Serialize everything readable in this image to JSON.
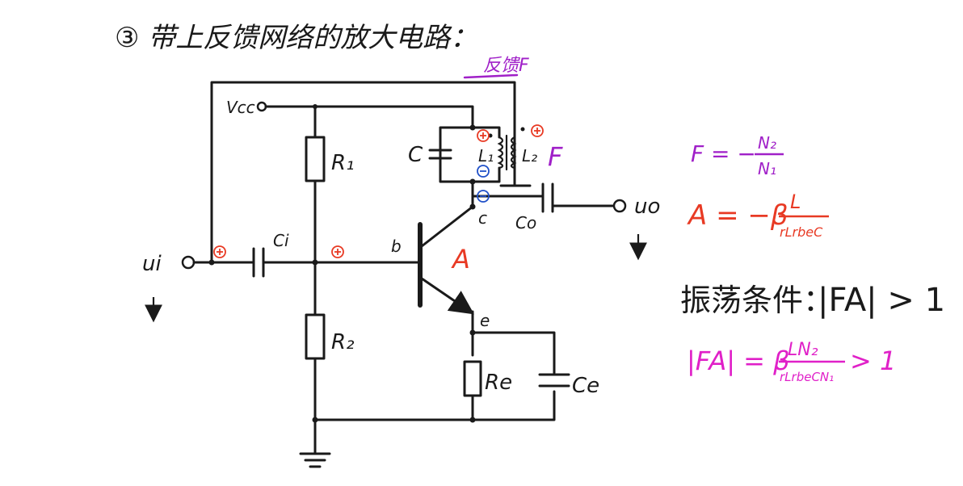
{
  "title": "③ 带上反馈网络的放大电路：",
  "colors": {
    "ink": "#1a1a1a",
    "purple": "#a020c8",
    "red": "#e83a24",
    "magenta": "#e020c8"
  },
  "circuit": {
    "vcc": "Vcc",
    "r1": "R₁",
    "r2": "R₂",
    "re": "Re",
    "ce": "Ce",
    "ci": "Ci",
    "co": "Co",
    "c": "C",
    "l1": "L₁",
    "l2": "L₂",
    "ui": "ui",
    "uo": "uo",
    "node_b": "b",
    "node_c": "c",
    "node_e": "e",
    "amp": "A",
    "feedback_coil": "F",
    "feedback_label": "反馈F"
  },
  "formulas": {
    "f_lhs": "F = −",
    "f_num": "N₂",
    "f_den": "N₁",
    "a_lhs": "A = −β",
    "a_num": "L",
    "a_den": "rLrbeC",
    "condition_label": "振荡条件：",
    "condition_expr": "|FA| > 1",
    "fa_lhs": "|FA| = β",
    "fa_num": "LN₂",
    "fa_den": "rLrbeCN₁",
    "fa_rhs": "> 1"
  }
}
